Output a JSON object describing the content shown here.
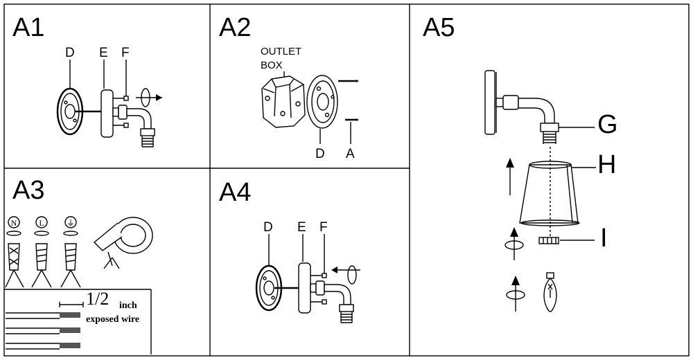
{
  "panels": {
    "a1": {
      "label": "A1",
      "parts": [
        "D",
        "E",
        "F"
      ]
    },
    "a2": {
      "label": "A2",
      "box_line1": "OUTLET",
      "box_line2": "BOX",
      "parts": [
        "D",
        "A"
      ]
    },
    "a3": {
      "label": "A3",
      "terminals": [
        "N",
        "L",
        "⏚"
      ],
      "fraction": "1/2",
      "unit": "inch",
      "caption": "exposed wire"
    },
    "a4": {
      "label": "A4",
      "parts": [
        "D",
        "E",
        "F"
      ]
    },
    "a5": {
      "label": "A5",
      "parts": [
        "G",
        "H",
        "I"
      ]
    }
  },
  "icons": [
    "rotate-arrow-icon",
    "up-arrow-icon",
    "bulb-icon",
    "tape-roll-icon",
    "wire-nut-icon"
  ]
}
